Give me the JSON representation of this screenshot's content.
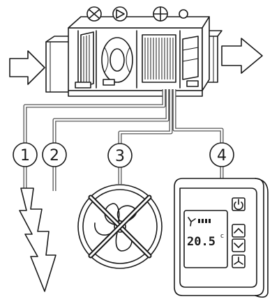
{
  "connections": [
    {
      "number": "1"
    },
    {
      "number": "2"
    },
    {
      "number": "3"
    },
    {
      "number": "4"
    }
  ],
  "controller": {
    "temperature_display": "20.5",
    "temperature_unit": "c"
  },
  "icons": [
    "airflow-in-arrow",
    "airflow-out-arrow",
    "lightning-bolt-icon",
    "no-fan-icon",
    "power-icon",
    "chevron-up-icon",
    "chevron-down-icon",
    "fan-icon"
  ]
}
